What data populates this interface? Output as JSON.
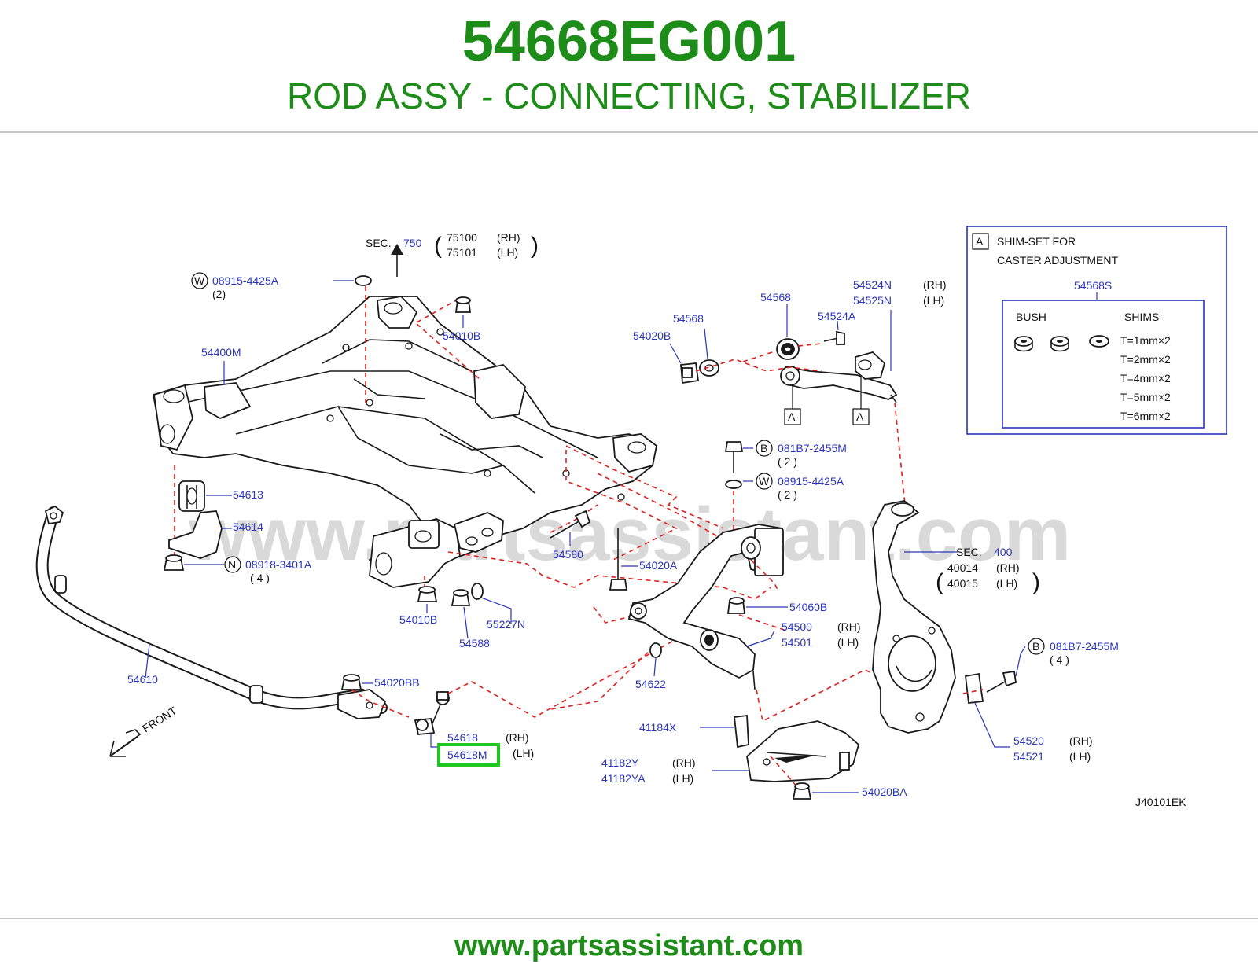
{
  "header": {
    "part_number": "54668EG001",
    "description": "ROD ASSY - CONNECTING, STABILIZER"
  },
  "watermark": "www.partsassistant.com",
  "footer": {
    "url": "www.partsassistant.com"
  },
  "legend_box": {
    "marker": "A",
    "title_line1": "SHIM-SET   FOR",
    "title_line2": "CASTER   ADJUSTMENT",
    "part_number": "54568S",
    "bush_label": "BUSH",
    "shims_label": "SHIMS",
    "thickness": [
      "T=1mm×2",
      "T=2mm×2",
      "T=4mm×2",
      "T=5mm×2",
      "T=6mm×2"
    ]
  },
  "section_refs": {
    "top": {
      "prefix": "SEC.",
      "number": "750",
      "rh": "75100",
      "lh": "75101"
    },
    "right": {
      "prefix": "SEC.",
      "number": "400",
      "rh": "40014",
      "lh": "40015"
    }
  },
  "side_tags": {
    "rh": "(RH)",
    "lh": "(LH)"
  },
  "callouts": {
    "p08915_top": {
      "code": "08915-4425A",
      "prefix": "W",
      "qty": "(2)"
    },
    "p54010B_top": "54010B",
    "p54400M": "54400M",
    "p54613": "54613",
    "p54614": "54614",
    "p08918": {
      "code": "08918-3401A",
      "prefix": "N",
      "qty": "( 4 )"
    },
    "p54610": "54610",
    "front": "FRONT",
    "p54580": "54580",
    "p54020A": "54020A",
    "p54010B_bottom": "54010B",
    "p55227N": "55227N",
    "p54588": "54588",
    "p54020BB": "54020BB",
    "p54618": "54618",
    "p54618M": "54618M",
    "p54568_left": "54568",
    "p54020B": "54020B",
    "p54568_top": "54568",
    "p54524A": "54524A",
    "p54524N": "54524N",
    "p54525N": "54525N",
    "marker_a": "A",
    "p081B7_mid": {
      "code": "081B7-2455M",
      "prefix": "B",
      "qty": "( 2 )"
    },
    "p08915_mid": {
      "code": "08915-4425A",
      "prefix": "W",
      "qty": "( 2 )"
    },
    "p54060B": "54060B",
    "p54500": "54500",
    "p54501": "54501",
    "p54622": "54622",
    "p41184X": "41184X",
    "p41182Y": "41182Y",
    "p41182YA": "41182YA",
    "p54020BA": "54020BA",
    "p081B7_right": {
      "code": "081B7-2455M",
      "prefix": "B",
      "qty": "( 4 )"
    },
    "p54520": "54520",
    "p54521": "54521",
    "diagram_code": "J40101EK"
  },
  "highlight": {
    "part": "54618M",
    "color": "#1ec81e"
  },
  "colors": {
    "brand": "#1e8c18",
    "callout": "#2a35b8",
    "assembly_line": "#e0201c"
  }
}
